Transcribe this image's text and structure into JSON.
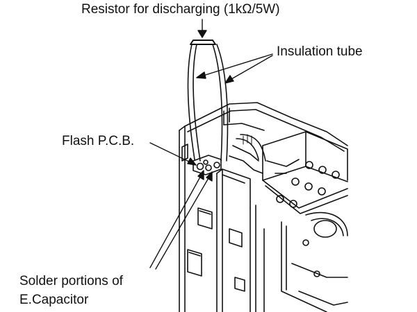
{
  "labels": {
    "resistor": "Resistor for discharging (1kΩ/5W)",
    "insulation_tube": "Insulation tube",
    "flash_pcb": "Flash P.C.B.",
    "solder_line1": "Solder portions of",
    "solder_line2": "E.Capacitor"
  },
  "colors": {
    "ink": "#111111",
    "background": "#ffffff"
  }
}
